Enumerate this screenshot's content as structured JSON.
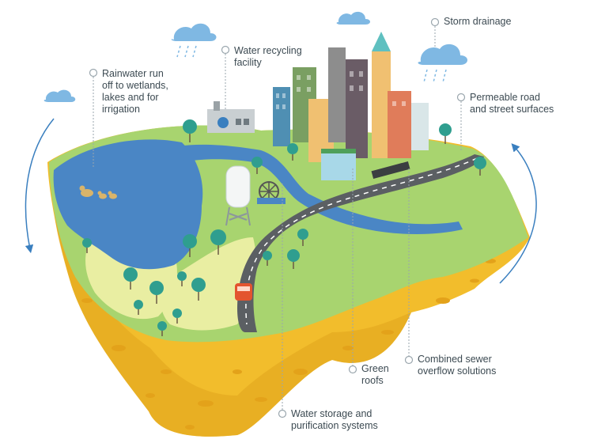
{
  "labels": {
    "storm_drainage": [
      "Storm drainage"
    ],
    "water_recycling": [
      "Water recycling",
      "facility"
    ],
    "rainwater_runoff": [
      "Rainwater run",
      "off to wetlands,",
      "lakes and for",
      "irrigation"
    ],
    "permeable_road": [
      "Permeable road",
      "and street surfaces"
    ],
    "combined_sewer": [
      "Combined sewer",
      "overflow solutions"
    ],
    "green_roofs": [
      "Green",
      "roofs"
    ],
    "water_storage": [
      "Water storage and",
      "purification systems"
    ]
  },
  "colors": {
    "sponge": "#f2bd2c",
    "sponge_dark": "#e0a41e",
    "grass": "#a8d46f",
    "water": "#4a86c5",
    "road": "#5b5f63",
    "cloud": "#7fb8e3",
    "label_text": "#3c4a52",
    "leader": "#9aa6ad",
    "arrow": "#3a7fbf"
  },
  "icons": [
    "cloud-rain-icon",
    "cloud-icon",
    "recycle-icon",
    "duck-icon",
    "car-icon",
    "tree-icon",
    "water-tower-icon",
    "water-wheel-icon",
    "arrow-icon"
  ]
}
